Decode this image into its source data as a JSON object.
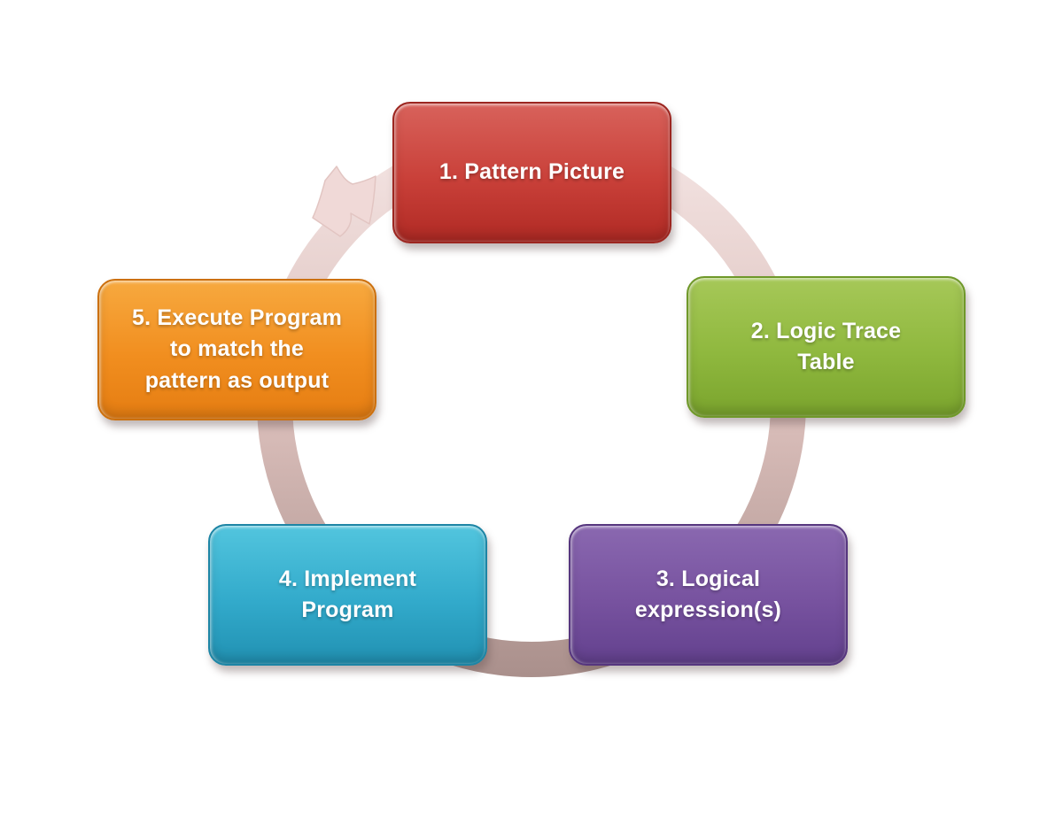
{
  "diagram": {
    "type": "cycle",
    "flow": "clockwise",
    "background": "#ffffff",
    "ring": {
      "gradient_top": "#f5e6e5",
      "gradient_mid": "#dcc0bc",
      "gradient_bottom": "#a98f8b",
      "arrow_color": "#f0d9d7",
      "arrow_edge": "#e2c5c2"
    },
    "steps": [
      {
        "label": "1. Pattern Picture",
        "colors": {
          "top": "#d8625b",
          "mid": "#c94039",
          "bottom": "#b02a24",
          "border": "#9c2620"
        }
      },
      {
        "label": "2. Logic Trace\nTable",
        "colors": {
          "top": "#a6c858",
          "mid": "#8fb83e",
          "bottom": "#7aa42d",
          "border": "#6f9829"
        }
      },
      {
        "label": "3. Logical\nexpression(s)",
        "colors": {
          "top": "#8a68b0",
          "mid": "#77529f",
          "bottom": "#63418e",
          "border": "#56367e"
        }
      },
      {
        "label": "4. Implement\nProgram",
        "colors": {
          "top": "#52c5de",
          "mid": "#32aacb",
          "bottom": "#2191b2",
          "border": "#1d85a5"
        }
      },
      {
        "label": "5. Execute Program\nto match the\npattern as output",
        "colors": {
          "top": "#f7a93f",
          "mid": "#f18e1f",
          "bottom": "#e57d12",
          "border": "#cc700e"
        }
      }
    ]
  }
}
